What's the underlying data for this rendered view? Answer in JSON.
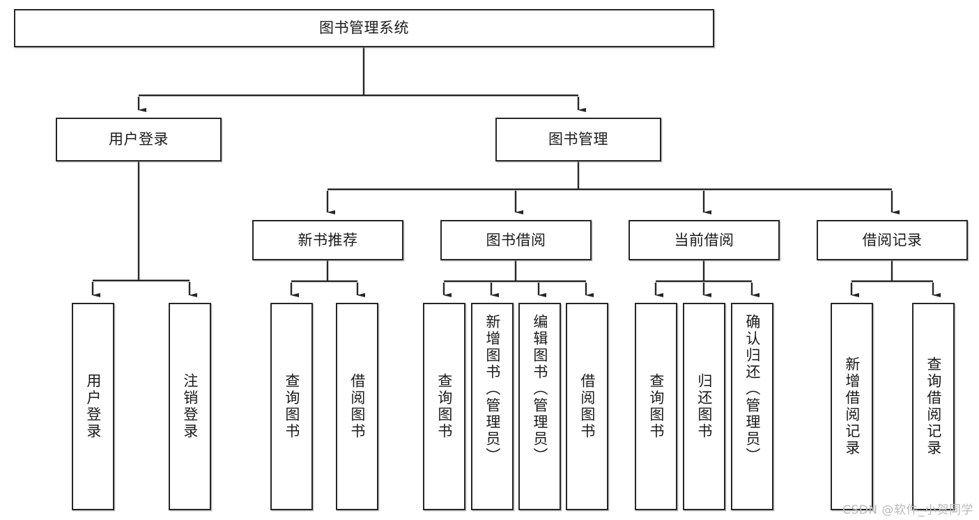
{
  "diagram": {
    "title": "图书管理系统",
    "type": "tree",
    "watermark": "CSDN @软件_小贺同学",
    "colors": {
      "box_border": "#262626",
      "box_fill": "#ffffff",
      "text": "#1a1a1a",
      "connector": "#262626",
      "watermark": "#b9b9b9"
    },
    "levels": {
      "root": {
        "label": "图书管理系统"
      },
      "level2": [
        {
          "label": "用户登录"
        },
        {
          "label": "图书管理"
        }
      ],
      "level3": [
        {
          "label": "新书推荐"
        },
        {
          "label": "图书借阅"
        },
        {
          "label": "当前借阅"
        },
        {
          "label": "借阅记录"
        }
      ],
      "leaves": {
        "user_login": [
          {
            "label": "用户登录"
          },
          {
            "label": "注销登录"
          }
        ],
        "new_book_recommend": [
          {
            "label": "查询图书"
          },
          {
            "label": "借阅图书"
          }
        ],
        "book_borrow": [
          {
            "label": "查询图书"
          },
          {
            "label": "新增图书（管理员）"
          },
          {
            "label": "编辑图书（管理员）"
          },
          {
            "label": "借阅图书"
          }
        ],
        "current_borrow": [
          {
            "label": "查询图书"
          },
          {
            "label": "归还图书"
          },
          {
            "label": "确认归还（管理员）"
          }
        ],
        "borrow_records": [
          {
            "label": "新增借阅记录"
          },
          {
            "label": "查询借阅记录"
          }
        ]
      }
    }
  }
}
